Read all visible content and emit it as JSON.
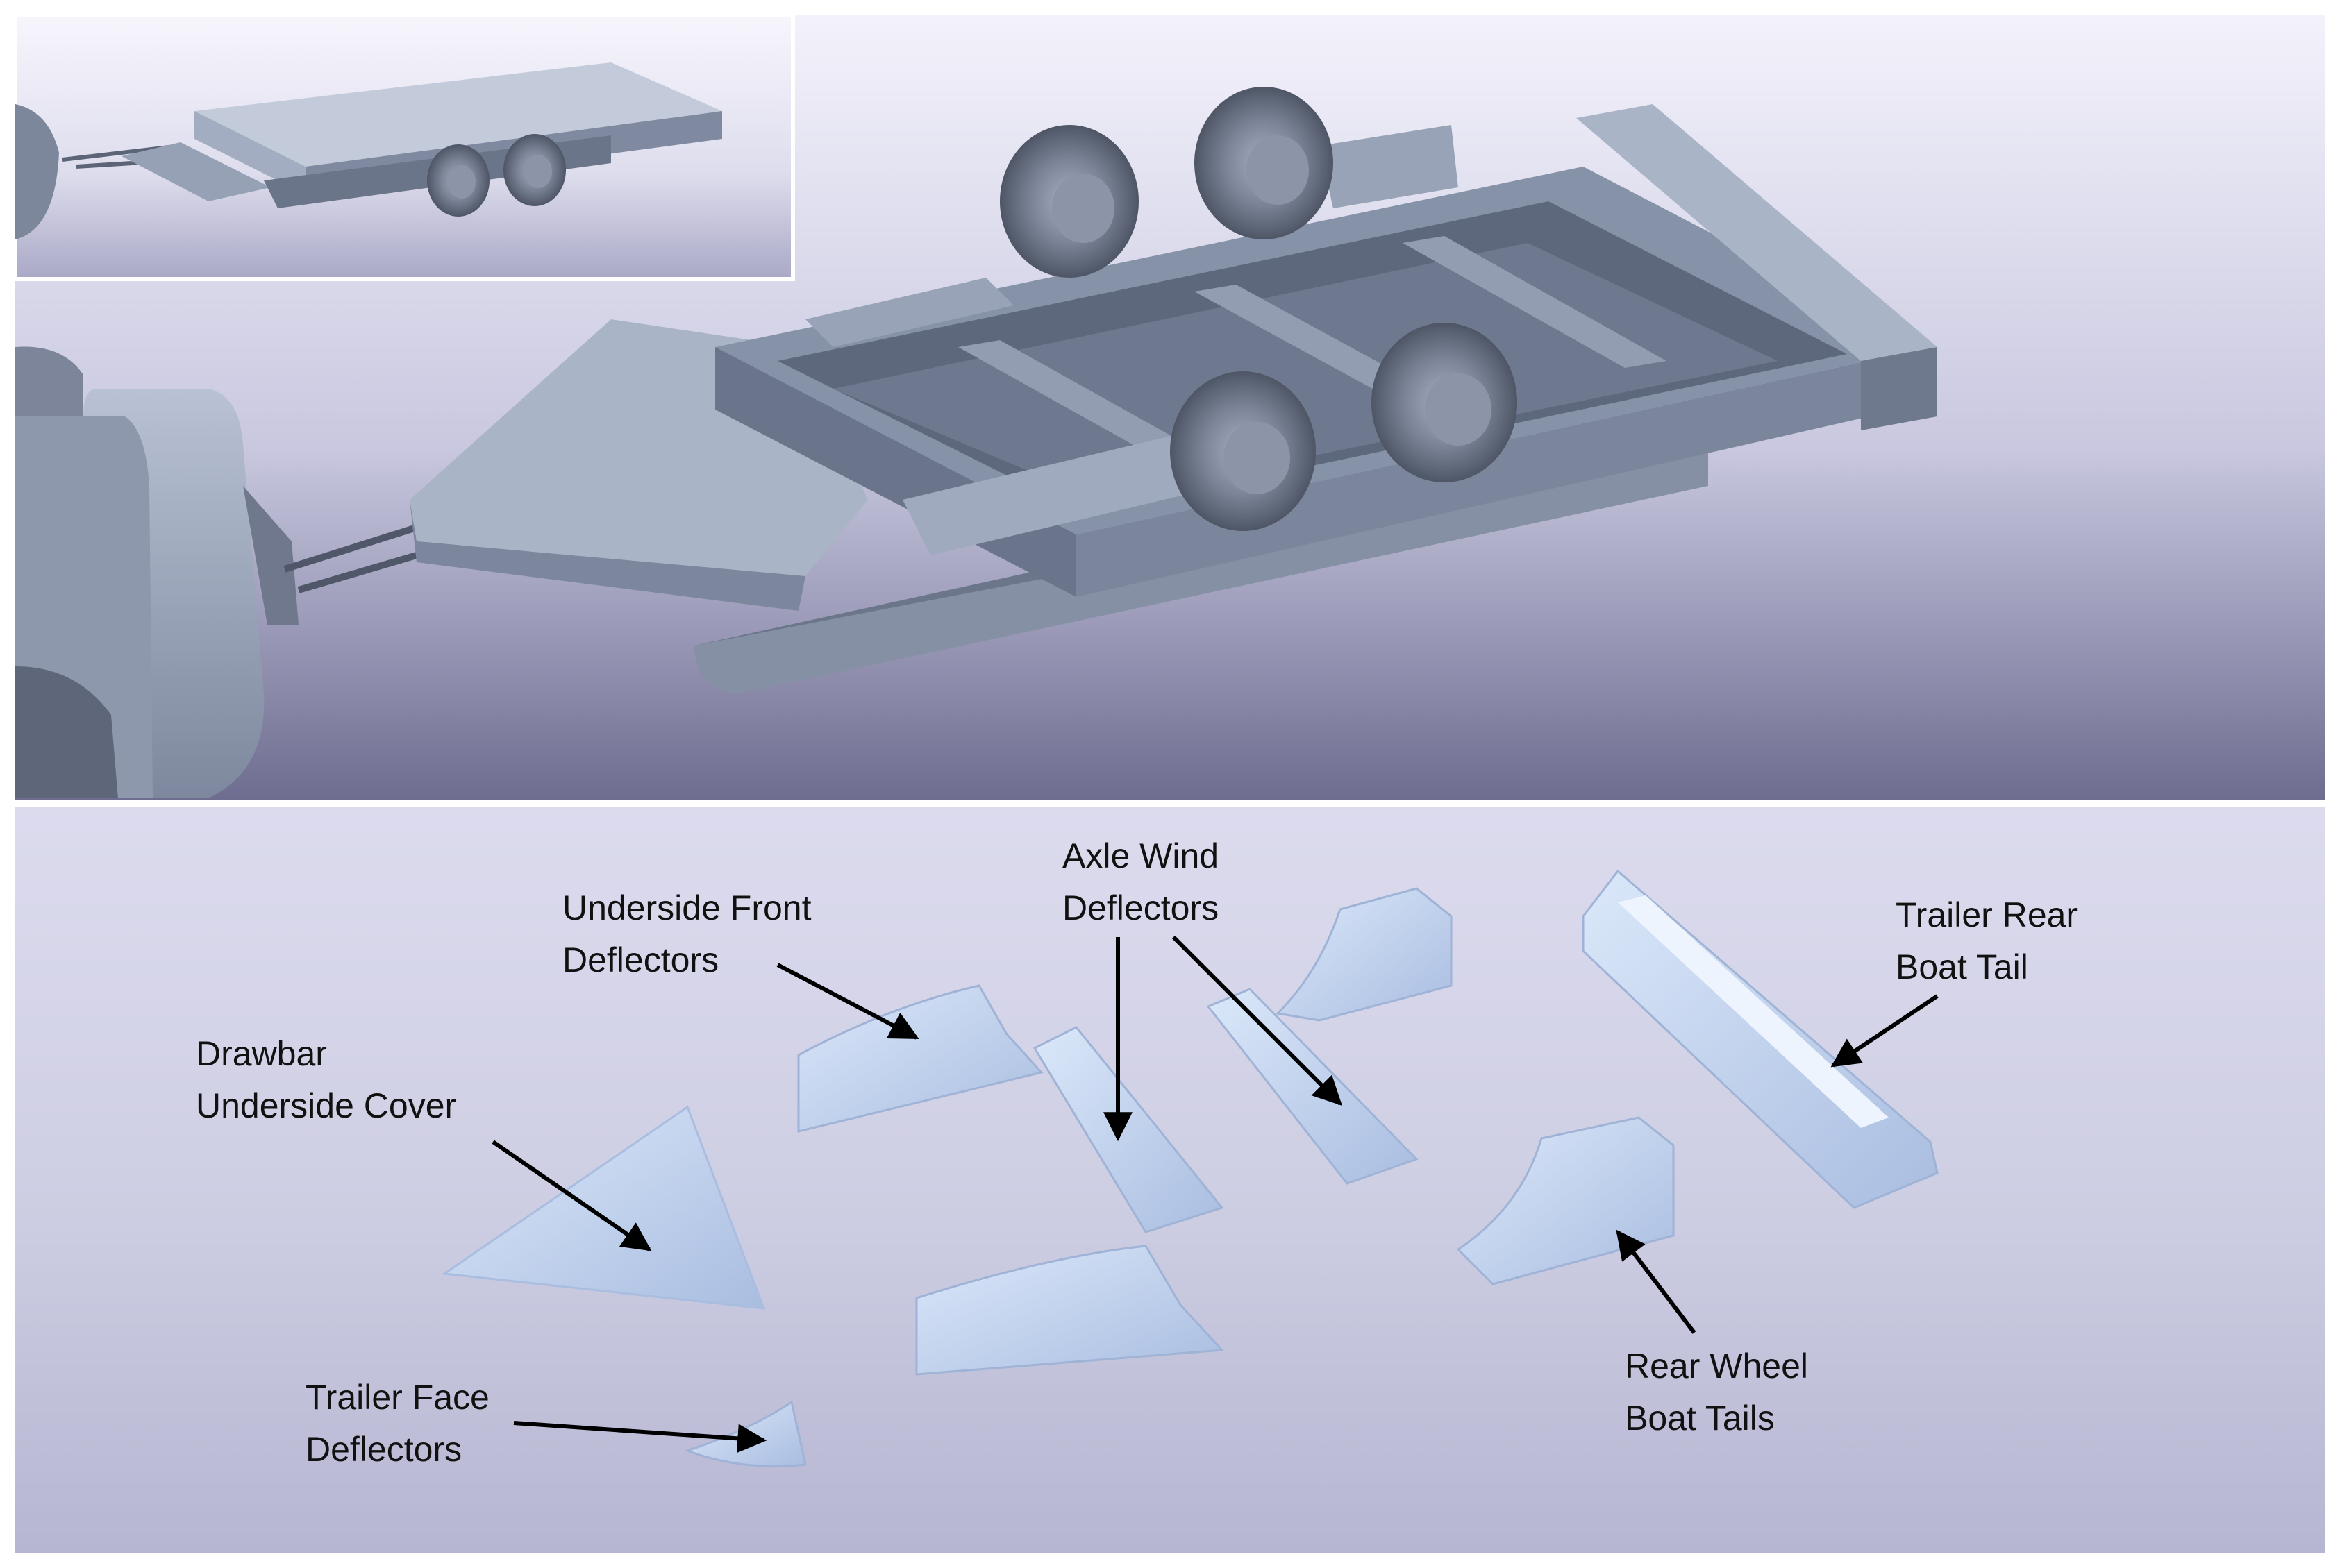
{
  "labels": {
    "underside_front_deflectors": [
      "Underside Front",
      "Deflectors"
    ],
    "axle_wind_deflectors": [
      "Axle Wind",
      "Deflectors"
    ],
    "trailer_rear_boat_tail": [
      "Trailer Rear",
      "Boat Tail"
    ],
    "drawbar_underside_cover": [
      "Drawbar",
      "Underside Cover"
    ],
    "trailer_face_deflectors": [
      "Trailer Face",
      "Deflectors"
    ],
    "rear_wheel_boat_tails": [
      "Rear Wheel",
      "Boat Tails"
    ]
  },
  "colors": {
    "part_fill": "#c9d9f2",
    "part_shade": "#9fb3d6",
    "trailer_metal": "#8b97ad",
    "trailer_dark": "#5d6678",
    "background_top": "#e9e8f5",
    "background_bottom": "#6f6f92",
    "arrow": "#000000"
  }
}
